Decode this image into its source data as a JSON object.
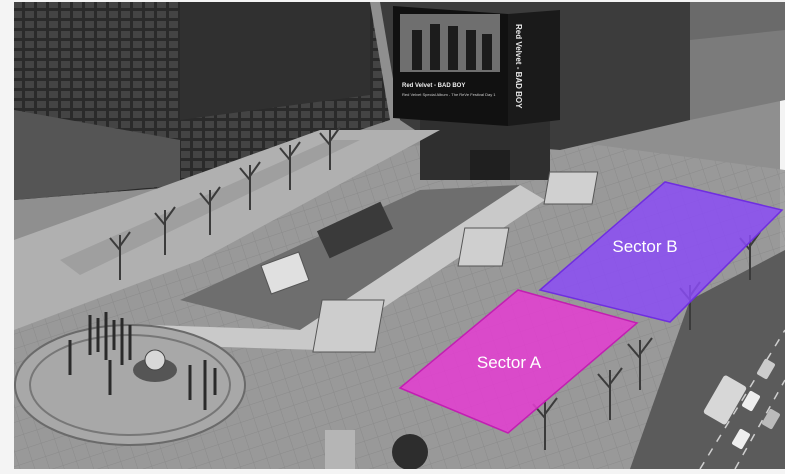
{
  "billboard": {
    "title": "Red Velvet - BAD BOY",
    "subtitle": "Red Velvet Special Album - The ReVe Festival Day 1",
    "side_text": "Red Velvet - BAD BOY"
  },
  "sectors": [
    {
      "label": "Sector A",
      "color": "#e040c8"
    },
    {
      "label": "Sector B",
      "color": "#8a4dff"
    }
  ],
  "colors": {
    "sector_a_fill": "#e23fd0",
    "sector_b_fill": "#8b4cf6",
    "plaza": "#8e8e8e",
    "building": "#3a3a3a"
  }
}
